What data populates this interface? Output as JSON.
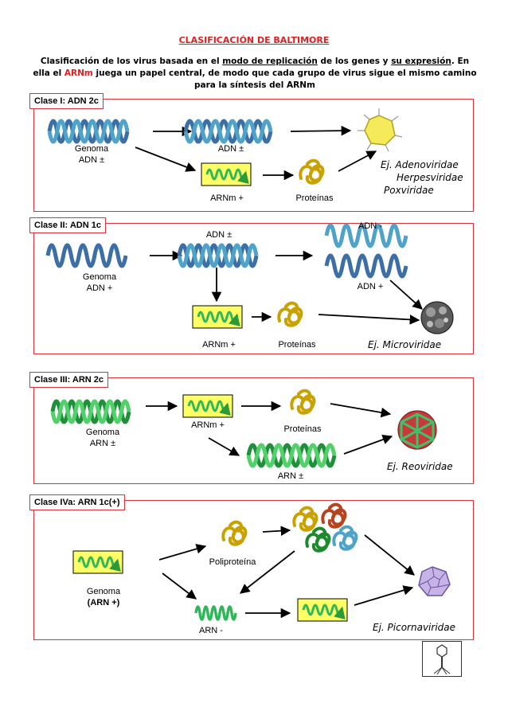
{
  "title": "CLASIFICACIÓN DE BALTIMORE",
  "intro": {
    "p1": "Clasificación de los virus basada en el ",
    "u1": "modo de replicación",
    "p2": " de los genes y ",
    "u2": "su expresión",
    "p3": ". En ella el ",
    "red": "ARNm",
    "p4": " juega un papel central, de modo que cada grupo de virus sigue el mismo camino para la síntesis del ARNm"
  },
  "class1": {
    "tag": "Clase I: ADN 2c",
    "genome_l1": "Genoma",
    "genome_l2": "ADN ±",
    "dna": "ADN ±",
    "mrna": "ARNm +",
    "proteins": "Proteínas",
    "ex1": "Ej. Adenoviridae",
    "ex2": "Herpesviridae",
    "ex3": "Poxviridae"
  },
  "class2": {
    "tag": "Clase II: ADN 1c",
    "genome_l1": "Genoma",
    "genome_l2": "ADN +",
    "dna_ds": "ADN ±",
    "dna_minus": "ADN -",
    "dna_plus": "ADN +",
    "mrna": "ARNm +",
    "proteins": "Proteínas",
    "ex1": "Ej. Microviridae"
  },
  "class3": {
    "tag": "Clase III: ARN 2c",
    "genome_l1": "Genoma",
    "genome_l2": "ARN ±",
    "mrna": "ARNm +",
    "proteins": "Proteínas",
    "rna": "ARN ±",
    "ex1": "Ej. Reoviridae"
  },
  "class4": {
    "tag": "Clase IVa: ARN 1c(+)",
    "genome_l1": "Genoma",
    "genome_l2": "(ARN +)",
    "polyprotein": "Poliproteína",
    "rna_minus": "ARN -",
    "ex1": "Ej. Picornaviridae"
  },
  "colors": {
    "frame": "#d9323b",
    "dna_dark": "#3c6fa6",
    "dna_light": "#4fa3c9",
    "rna_green": "#2fb85a",
    "mrna_box": "#ffff66",
    "protein_gold": "#c9a100",
    "title_red": "#e02020"
  }
}
